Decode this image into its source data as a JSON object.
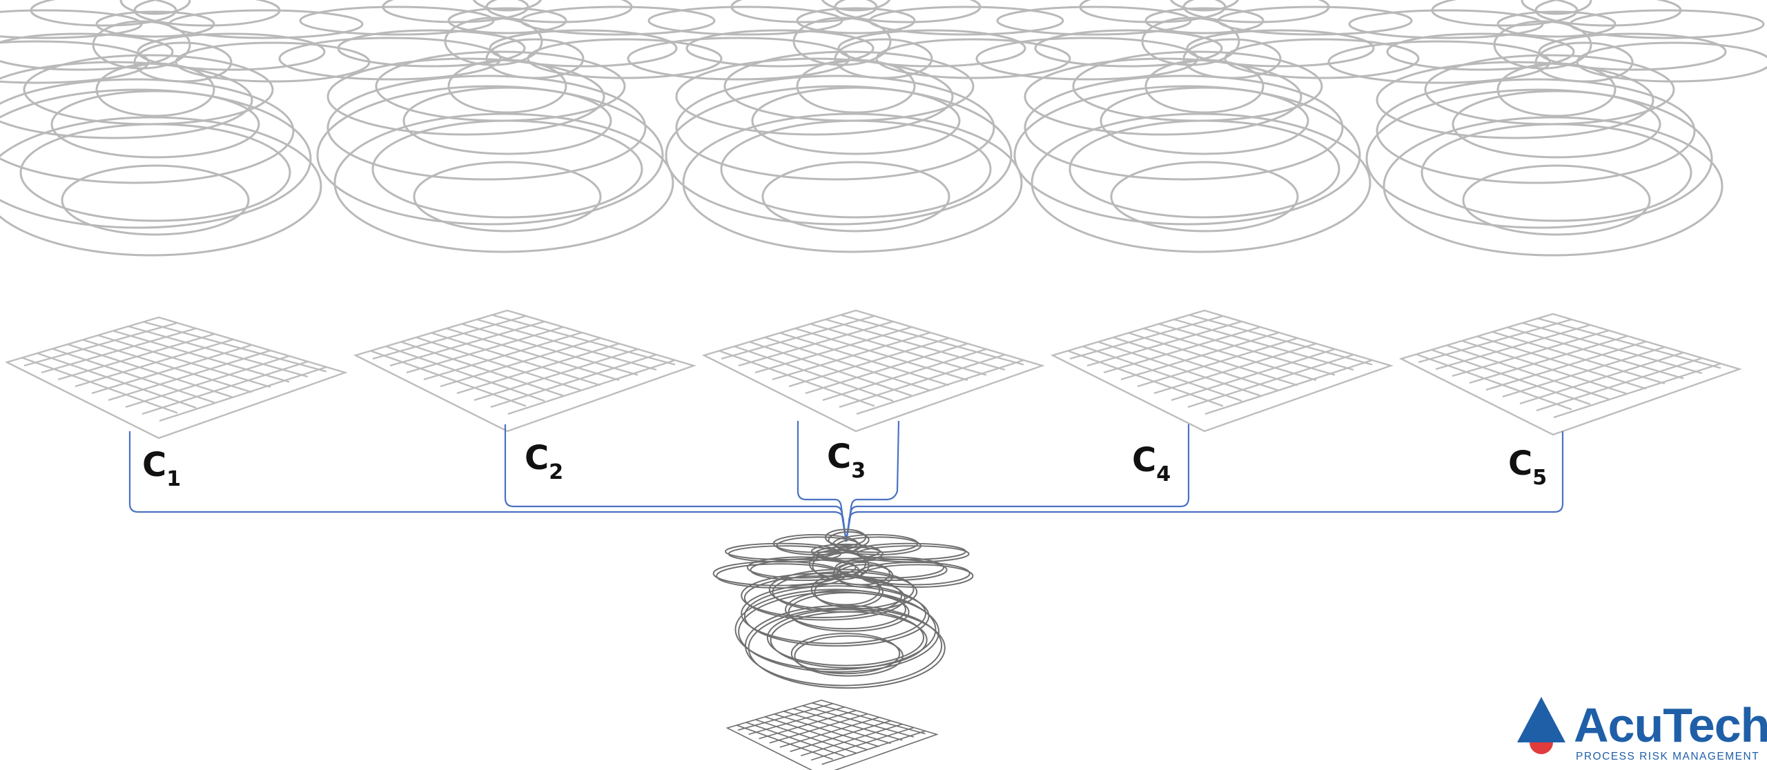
{
  "scenarios": [
    {
      "main": "C",
      "sub": "1"
    },
    {
      "main": "C",
      "sub": "2"
    },
    {
      "main": "C",
      "sub": "3"
    },
    {
      "main": "C",
      "sub": "4"
    },
    {
      "main": "C",
      "sub": "5"
    }
  ],
  "logo": {
    "name": "AcuTech",
    "tagline": "PROCESS RISK MANAGEMENT",
    "brand_color": "#1f5fa8",
    "accent_color": "#e23b3b"
  },
  "colors": {
    "ellipse_faded": "#b9b9b9",
    "ellipse_dark": "#6f6f6f",
    "grid_faded": "#bdbdbd",
    "grid_dark": "#6f6f6f",
    "bracket": "#4a72c2"
  }
}
